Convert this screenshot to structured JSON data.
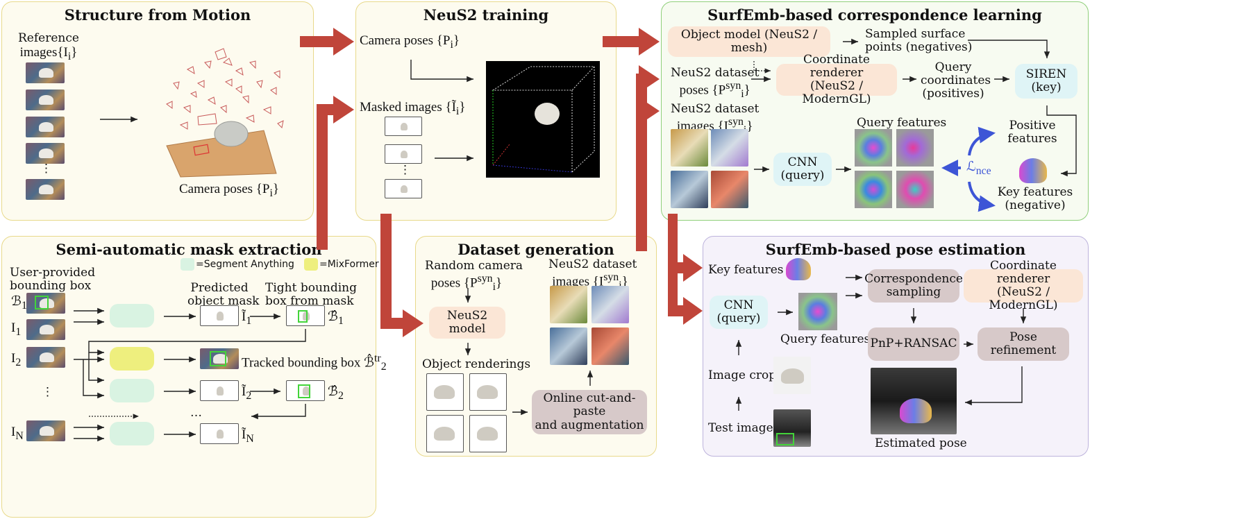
{
  "panels": {
    "sfm": "Structure from Motion",
    "neus2": "NeuS2 training",
    "corr": "SurfEmb-based correspondence learning",
    "mask": "Semi-automatic mask extraction",
    "dataset": "Dataset generation",
    "pose": "SurfEmb-based pose estimation"
  },
  "sfm": {
    "ref_images": "Reference",
    "ref_images2": "images{I",
    "ref_sub": "i",
    "ellipsis": "⋮",
    "camera_poses": "Camera poses {P",
    "camera_sub": "i"
  },
  "neus2": {
    "camera_poses": "Camera poses {P",
    "camera_sub": "i",
    "masked_images": "Masked images {Ĩ",
    "masked_sub": "i",
    "ellipsis": "⋮"
  },
  "corr": {
    "object_model": "Object model (NeuS2 / mesh)",
    "sampled": "Sampled surface",
    "sampled2": "points (negatives)",
    "dataset_poses": "NeuS2 dataset",
    "dataset_poses2": "poses {P",
    "poses_sup": "syn",
    "poses_sub": "i",
    "coord_renderer": "Coordinate renderer",
    "coord_renderer2": "(NeuS2 / ModernGL)",
    "query_coords": "Query",
    "query_coords2": "coordinates",
    "query_coords3": "(positives)",
    "siren": "SIREN",
    "siren2": "(key)",
    "dataset_images": "NeuS2 dataset",
    "dataset_images2": "images {I",
    "query_features": "Query features",
    "positive_features": "Positive",
    "positive_features2": "features",
    "cnn": "CNN",
    "cnn2": "(query)",
    "lnce": "ℒ",
    "lnce_sub": "nce",
    "key_features": "Key features",
    "key_features2": "(negative)"
  },
  "mask": {
    "legend_sam": "=Segment Anything",
    "legend_mf": "=MixFormer",
    "user_box": "User-provided",
    "user_box2": "bounding box",
    "predicted_mask": "Predicted",
    "predicted_mask2": "object mask",
    "tight_box": "Tight bounding",
    "tight_box2": "box from mask",
    "b1": "ℬ",
    "b1_sub": "1",
    "i1": "I",
    "i1_sub": "1",
    "i2": "I",
    "i2_sub": "2",
    "in": "I",
    "in_sub": "N",
    "vdots": "⋮",
    "hdots": "…",
    "it1": "Ĩ",
    "it1_sub": "1",
    "bh1": "ℬ̂",
    "bh1_sub": "1",
    "tracked": "Tracked bounding box ℬ̂",
    "tracked_sup": "tr",
    "tracked_sub": "2",
    "it2": "Ĩ",
    "it2_sub": "2",
    "bh2": "ℬ̂",
    "bh2_sub": "2",
    "itn": "Ĩ",
    "itn_sub": "N"
  },
  "dataset": {
    "random_poses": "Random camera",
    "random_poses2": "poses {P",
    "random_sup": "syn",
    "random_sub": "i",
    "neus2_model": "NeuS2 model",
    "object_renderings": "Object renderings",
    "dataset_images": "NeuS2 dataset",
    "dataset_images2": "images {I",
    "dataset_sup": "syn",
    "dataset_sub": "i",
    "cut_paste": "Online cut-and-paste",
    "cut_paste2": "and augmentation"
  },
  "pose": {
    "key_features": "Key features",
    "cnn": "CNN",
    "cnn2": "(query)",
    "query_features": "Query features",
    "image_crop": "Image crop",
    "test_image": "Test image",
    "corr_sampling": "Correspondence",
    "corr_sampling2": "sampling",
    "coord_renderer": "Coordinate renderer",
    "coord_renderer2": "(NeuS2 / ModernGL)",
    "pnp": "PnP+RANSAC",
    "pose_refinement": "Pose refinement",
    "estimated_pose": "Estimated pose"
  },
  "colors": {
    "flow_arrow": "#c0453a",
    "sam": "#d9f3e2",
    "mixformer": "#eeef7e",
    "lnce_arrow": "#3d55d6"
  }
}
